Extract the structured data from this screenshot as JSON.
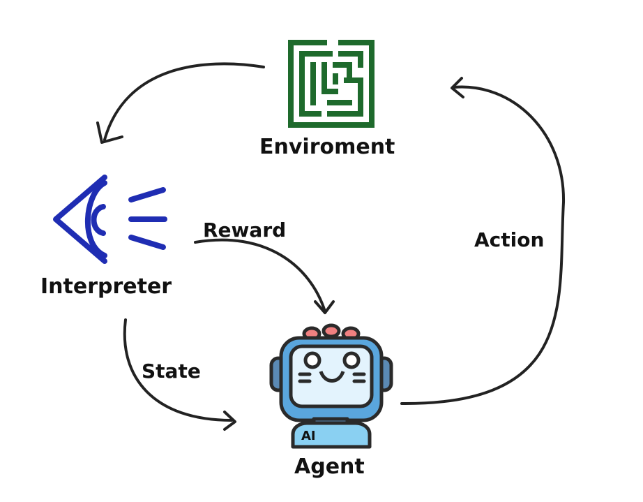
{
  "nodes": {
    "environment": {
      "label": "Enviroment",
      "icon": "maze-icon",
      "color": "#1e6a2c"
    },
    "interpreter": {
      "label": "Interpreter",
      "icon": "eye-icon",
      "color": "#1f2db3"
    },
    "agent": {
      "label": "Agent",
      "icon": "robot-icon",
      "badge": "AI",
      "color": "#8ad0f2"
    }
  },
  "edges": {
    "reward": {
      "label": "Reward"
    },
    "state": {
      "label": "State"
    },
    "action": {
      "label": "Action"
    }
  }
}
